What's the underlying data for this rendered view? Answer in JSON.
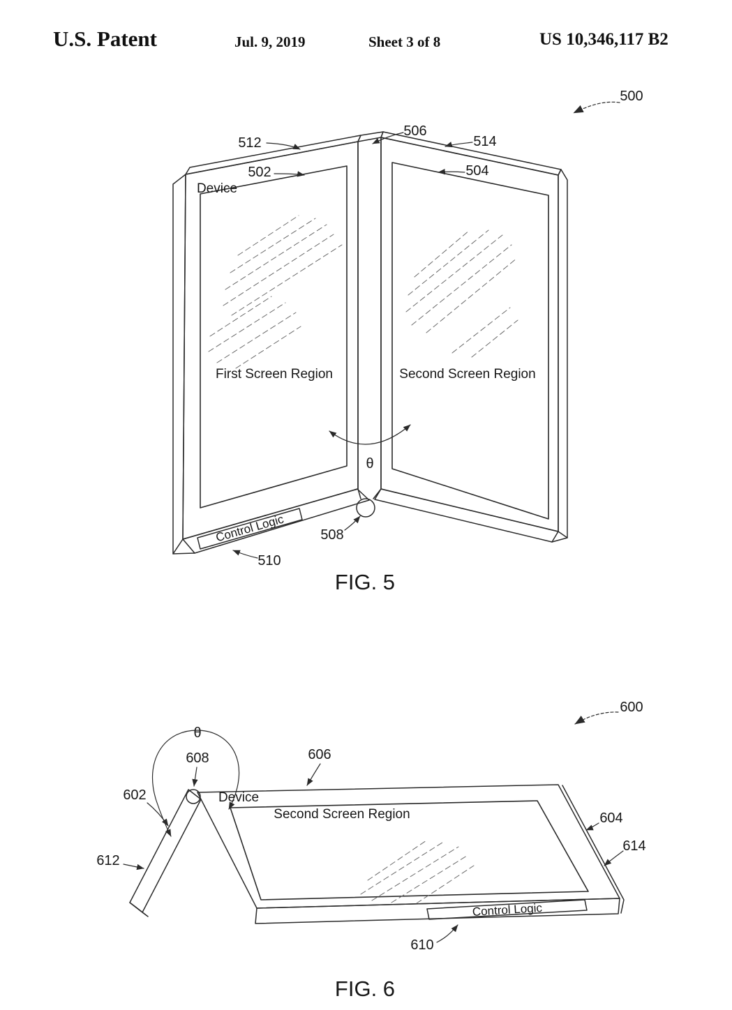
{
  "header": {
    "title": "U.S. Patent",
    "date": "Jul. 9, 2019",
    "sheet": "Sheet 3 of 8",
    "patent_number": "US 10,346,117 B2"
  },
  "fig5": {
    "caption": "FIG. 5",
    "device_label": "Device",
    "first_screen_label": "First Screen Region",
    "second_screen_label": "Second Screen Region",
    "control_logic_label": "Control Logic",
    "theta_label": "θ",
    "refs": {
      "r500": "500",
      "r502": "502",
      "r504": "504",
      "r506": "506",
      "r508": "508",
      "r510": "510",
      "r512": "512",
      "r514": "514"
    }
  },
  "fig6": {
    "caption": "FIG. 6",
    "device_label": "Device",
    "second_screen_label": "Second Screen Region",
    "control_logic_label": "Control Logic",
    "theta_label": "θ",
    "refs": {
      "r600": "600",
      "r602": "602",
      "r604": "604",
      "r606": "606",
      "r608": "608",
      "r610": "610",
      "r612": "612",
      "r614": "614"
    }
  }
}
